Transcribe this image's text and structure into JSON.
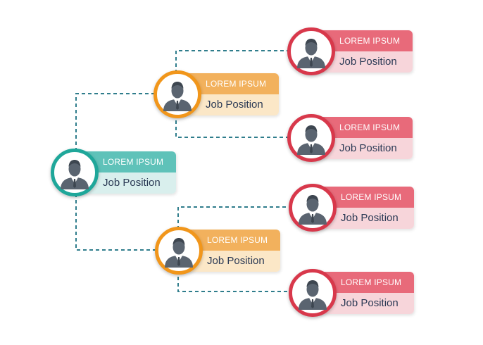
{
  "palette": {
    "connector": "#2f7d8c",
    "level1": "#1fa79a",
    "level2": "#f1961b",
    "level3": "#d8384b"
  },
  "nodes": {
    "root": {
      "title": "LOREM IPSUM",
      "subtitle": "Job Position",
      "icon": "businessman-icon"
    },
    "upper_manager": {
      "title": "LOREM IPSUM",
      "subtitle": "Job Position",
      "icon": "businessman-icon"
    },
    "lower_manager": {
      "title": "LOREM IPSUM",
      "subtitle": "Job Position",
      "icon": "businessman-icon"
    },
    "upper_report_1": {
      "title": "LOREM IPSUM",
      "subtitle": "Job Position",
      "icon": "businessman-icon"
    },
    "upper_report_2": {
      "title": "LOREM IPSUM",
      "subtitle": "Job Position",
      "icon": "businessman-icon"
    },
    "lower_report_1": {
      "title": "LOREM IPSUM",
      "subtitle": "Job Position",
      "icon": "businessman-icon"
    },
    "lower_report_2": {
      "title": "LOREM IPSUM",
      "subtitle": "Job Position",
      "icon": "businessman-icon"
    }
  }
}
